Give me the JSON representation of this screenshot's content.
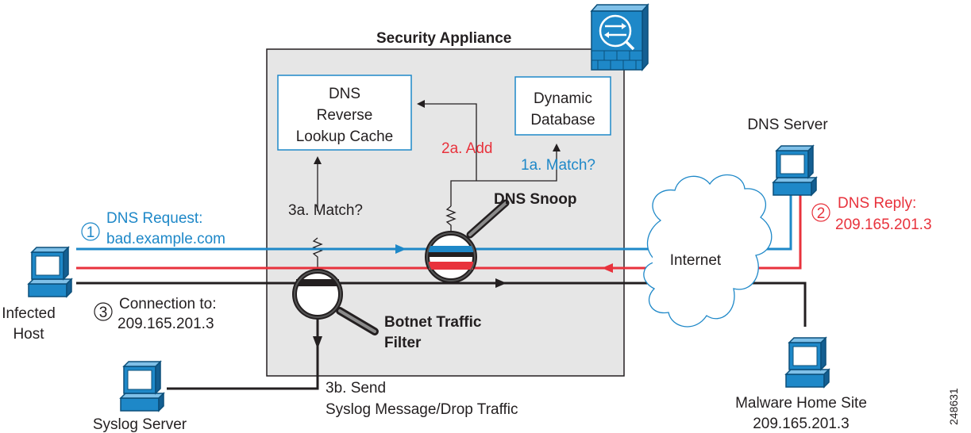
{
  "appliance": {
    "title": "Security Appliance"
  },
  "boxes": {
    "dns_cache": {
      "line1": "DNS",
      "line2": "Reverse",
      "line3": "Lookup Cache"
    },
    "dynamic_db": {
      "line1": "Dynamic",
      "line2": "Database"
    }
  },
  "labels": {
    "add_2a": "2a. Add",
    "match_1a": "1a. Match?",
    "match_3a": "3a. Match?",
    "dns_snoop": "DNS Snoop",
    "botnet_line1": "Botnet Traffic",
    "botnet_line2": "Filter",
    "send_3b_line1": "3b. Send",
    "send_3b_line2": "Syslog Message/Drop Traffic",
    "internet": "Internet"
  },
  "steps": {
    "step1": {
      "num": "1",
      "line1": "DNS Request:",
      "line2": "bad.example.com"
    },
    "step2": {
      "num": "2",
      "line1": "DNS Reply:",
      "line2": "209.165.201.3"
    },
    "step3": {
      "num": "3",
      "line1": "Connection to:",
      "line2": "209.165.201.3"
    }
  },
  "hosts": {
    "dns_server": {
      "line1": "DNS Server"
    },
    "infected_host": {
      "line1": "Infected",
      "line2": "Host"
    },
    "syslog_server": {
      "line1": "Syslog Server"
    },
    "malware_site": {
      "line1": "Malware Home Site",
      "line2": "209.165.201.3"
    }
  },
  "figure_id": "248631",
  "colors": {
    "request": "#1e88c8",
    "reply": "#e8323c",
    "connection": "#231f20",
    "appliance_fill": "#e6e6e6",
    "computer": "#1e88c8"
  }
}
